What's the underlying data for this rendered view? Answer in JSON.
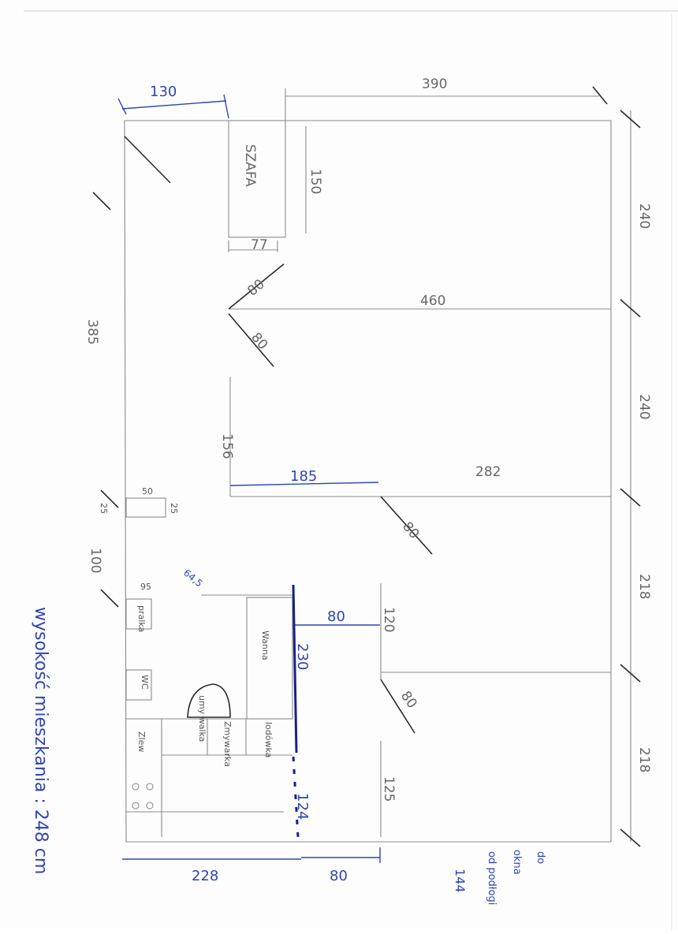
{
  "colors": {
    "paper": "#fdfdfd",
    "pencil": "#8a8a8a",
    "pencil_dark": "#2a2a2a",
    "blue_pen": "#2f45b8",
    "navy_pen": "#17208a"
  },
  "labels": {
    "szafa": "SZAFA",
    "wanna": "Wanna",
    "wc": "WC",
    "pralka": "pralka",
    "zlew": "Zlew",
    "zmywarka": "Zmywarka",
    "lodowka": "lodówka",
    "umywalka": "umy walka"
  },
  "dims": {
    "d390": "390",
    "d240a": "240",
    "d240b": "240",
    "d150": "150",
    "d77": "77",
    "d460": "460",
    "d80a": "80",
    "d80b": "80",
    "d385": "385",
    "d156": "156",
    "d282": "282",
    "d80c": "80",
    "d50": "50",
    "d25a": "25",
    "d25b": "25",
    "d100": "100",
    "d95": "95",
    "d218a": "218",
    "d120": "120",
    "d80d": "80",
    "d218b": "218",
    "d125": "125"
  },
  "blue_dims": {
    "d130": "130",
    "d185": "185",
    "d645": "64,5",
    "d80": "80",
    "d230": "230",
    "d124": "124",
    "d228": "228",
    "d80bottom": "80",
    "d144": "144"
  },
  "notes": {
    "height_note": "wysokość mieszkania : 248 cm",
    "do_okna_1": "do",
    "do_okna_2": "okna",
    "do_okna_3": "od podłogi",
    "do_okna_4": "144"
  }
}
